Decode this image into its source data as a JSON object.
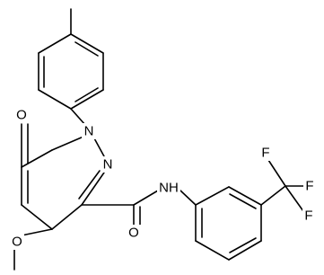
{
  "molecule": {
    "atom_labels": {
      "carbonyl_oxygen_ring": "O",
      "n1": "N",
      "n2": "N",
      "methoxy_oxygen": "O",
      "amide_oxygen": "O",
      "amide_nh": "NH",
      "fluorine_top": "F",
      "fluorine_right": "F",
      "fluorine_bottom": "F"
    },
    "colors": {
      "bond": "#000000",
      "text": "#000000",
      "background": "#ffffff"
    }
  }
}
